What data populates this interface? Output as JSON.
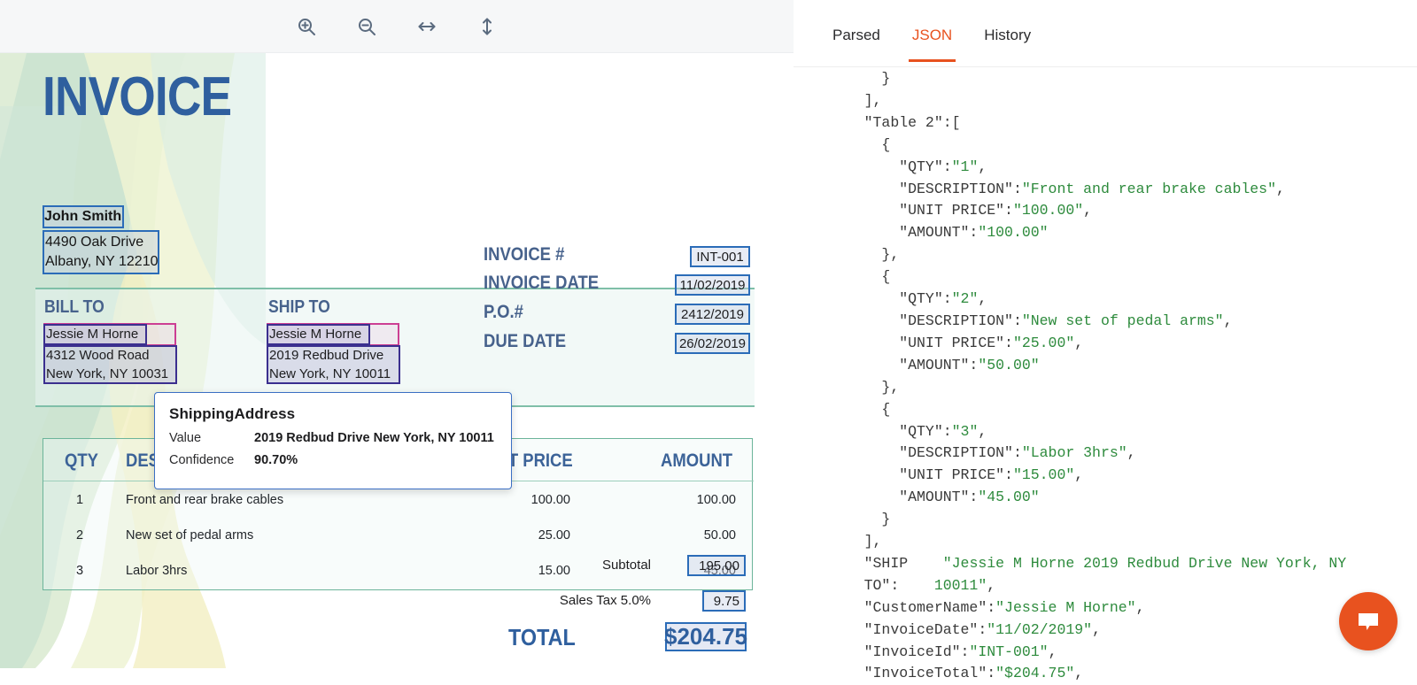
{
  "toolbar": {
    "buttons": [
      {
        "name": "zoom-in-icon",
        "label": "Zoom in"
      },
      {
        "name": "zoom-out-icon",
        "label": "Zoom out"
      },
      {
        "name": "fit-width-icon",
        "label": "Fit width"
      },
      {
        "name": "fit-height-icon",
        "label": "Fit height"
      }
    ]
  },
  "document": {
    "title": "INVOICE",
    "sender": {
      "name": "John Smith",
      "address_line1": "4490 Oak Drive",
      "address_line2": "Albany, NY 12210"
    },
    "bill_to": {
      "label": "BILL TO",
      "name": "Jessie M Horne",
      "address_line1": "4312 Wood Road",
      "address_line2": "New York, NY 10031"
    },
    "ship_to": {
      "label": "SHIP TO",
      "name": "Jessie M Horne",
      "address_line1": "2019 Redbud Drive",
      "address_line2": "New York, NY 10011"
    },
    "fields": [
      {
        "label": "INVOICE #",
        "value": "INT-001"
      },
      {
        "label": "INVOICE DATE",
        "value": "11/02/2019"
      },
      {
        "label": "P.O.#",
        "value": "2412/2019"
      },
      {
        "label": "DUE DATE",
        "value": "26/02/2019"
      }
    ],
    "table": {
      "columns": [
        "QTY",
        "DESCRIPTION",
        "UNIT PRICE",
        "AMOUNT"
      ],
      "rows": [
        {
          "qty": "1",
          "description": "Front and rear brake cables",
          "unit_price": "100.00",
          "amount": "100.00"
        },
        {
          "qty": "2",
          "description": "New set of pedal arms",
          "unit_price": "25.00",
          "amount": "50.00"
        },
        {
          "qty": "3",
          "description": "Labor 3hrs",
          "unit_price": "15.00",
          "amount": "45.00"
        }
      ]
    },
    "totals": {
      "subtotal_label": "Subtotal",
      "subtotal_value": "195.00",
      "tax_label": "Sales Tax 5.0%",
      "tax_value": "9.75",
      "total_label": "TOTAL",
      "total_value": "$204.75"
    }
  },
  "tooltip": {
    "title": "ShippingAddress",
    "value_label": "Value",
    "value": "2019 Redbud Drive New York, NY 10011",
    "confidence_label": "Confidence",
    "confidence": "90.70%"
  },
  "tabs": [
    {
      "label": "Parsed",
      "active": false
    },
    {
      "label": "JSON",
      "active": true
    },
    {
      "label": "History",
      "active": false
    }
  ],
  "json_view": {
    "lines": [
      {
        "indent": 3,
        "parts": [
          {
            "t": "}",
            "c": "k"
          }
        ]
      },
      {
        "indent": 2,
        "parts": [
          {
            "t": "],",
            "c": "k"
          }
        ]
      },
      {
        "indent": 2,
        "parts": [
          {
            "t": "\"Table 2\":[",
            "c": "k"
          }
        ]
      },
      {
        "indent": 3,
        "parts": [
          {
            "t": "{",
            "c": "k"
          }
        ]
      },
      {
        "indent": 4,
        "parts": [
          {
            "t": "\"QTY\":",
            "c": "k"
          },
          {
            "t": "\"1\"",
            "c": "s"
          },
          {
            "t": ",",
            "c": "k"
          }
        ]
      },
      {
        "indent": 4,
        "parts": [
          {
            "t": "\"DESCRIPTION\":",
            "c": "k"
          },
          {
            "t": "\"Front and rear brake cables\"",
            "c": "s"
          },
          {
            "t": ",",
            "c": "k"
          }
        ]
      },
      {
        "indent": 4,
        "parts": [
          {
            "t": "\"UNIT PRICE\":",
            "c": "k"
          },
          {
            "t": "\"100.00\"",
            "c": "s"
          },
          {
            "t": ",",
            "c": "k"
          }
        ]
      },
      {
        "indent": 4,
        "parts": [
          {
            "t": "\"AMOUNT\":",
            "c": "k"
          },
          {
            "t": "\"100.00\"",
            "c": "s"
          }
        ]
      },
      {
        "indent": 3,
        "parts": [
          {
            "t": "},",
            "c": "k"
          }
        ]
      },
      {
        "indent": 3,
        "parts": [
          {
            "t": "{",
            "c": "k"
          }
        ]
      },
      {
        "indent": 4,
        "parts": [
          {
            "t": "\"QTY\":",
            "c": "k"
          },
          {
            "t": "\"2\"",
            "c": "s"
          },
          {
            "t": ",",
            "c": "k"
          }
        ]
      },
      {
        "indent": 4,
        "parts": [
          {
            "t": "\"DESCRIPTION\":",
            "c": "k"
          },
          {
            "t": "\"New set of pedal arms\"",
            "c": "s"
          },
          {
            "t": ",",
            "c": "k"
          }
        ]
      },
      {
        "indent": 4,
        "parts": [
          {
            "t": "\"UNIT PRICE\":",
            "c": "k"
          },
          {
            "t": "\"25.00\"",
            "c": "s"
          },
          {
            "t": ",",
            "c": "k"
          }
        ]
      },
      {
        "indent": 4,
        "parts": [
          {
            "t": "\"AMOUNT\":",
            "c": "k"
          },
          {
            "t": "\"50.00\"",
            "c": "s"
          }
        ]
      },
      {
        "indent": 3,
        "parts": [
          {
            "t": "},",
            "c": "k"
          }
        ]
      },
      {
        "indent": 3,
        "parts": [
          {
            "t": "{",
            "c": "k"
          }
        ]
      },
      {
        "indent": 4,
        "parts": [
          {
            "t": "\"QTY\":",
            "c": "k"
          },
          {
            "t": "\"3\"",
            "c": "s"
          },
          {
            "t": ",",
            "c": "k"
          }
        ]
      },
      {
        "indent": 4,
        "parts": [
          {
            "t": "\"DESCRIPTION\":",
            "c": "k"
          },
          {
            "t": "\"Labor 3hrs\"",
            "c": "s"
          },
          {
            "t": ",",
            "c": "k"
          }
        ]
      },
      {
        "indent": 4,
        "parts": [
          {
            "t": "\"UNIT PRICE\":",
            "c": "k"
          },
          {
            "t": "\"15.00\"",
            "c": "s"
          },
          {
            "t": ",",
            "c": "k"
          }
        ]
      },
      {
        "indent": 4,
        "parts": [
          {
            "t": "\"AMOUNT\":",
            "c": "k"
          },
          {
            "t": "\"45.00\"",
            "c": "s"
          }
        ]
      },
      {
        "indent": 3,
        "parts": [
          {
            "t": "}",
            "c": "k"
          }
        ]
      },
      {
        "indent": 2,
        "parts": [
          {
            "t": "],",
            "c": "k"
          }
        ]
      },
      {
        "indent": 2,
        "parts": [
          {
            "t": "\"SHIP    ",
            "c": "k"
          },
          {
            "t": "\"Jessie M Horne 2019 Redbud Drive New York, NY",
            "c": "s"
          }
        ]
      },
      {
        "indent": 2,
        "parts": [
          {
            "t": "TO\":    ",
            "c": "k"
          },
          {
            "t": "10011\"",
            "c": "s"
          },
          {
            "t": ",",
            "c": "k"
          }
        ]
      },
      {
        "indent": 2,
        "parts": [
          {
            "t": "\"CustomerName\":",
            "c": "k"
          },
          {
            "t": "\"Jessie M Horne\"",
            "c": "s"
          },
          {
            "t": ",",
            "c": "k"
          }
        ]
      },
      {
        "indent": 2,
        "parts": [
          {
            "t": "\"InvoiceDate\":",
            "c": "k"
          },
          {
            "t": "\"11/02/2019\"",
            "c": "s"
          },
          {
            "t": ",",
            "c": "k"
          }
        ]
      },
      {
        "indent": 2,
        "parts": [
          {
            "t": "\"InvoiceId\":",
            "c": "k"
          },
          {
            "t": "\"INT-001\"",
            "c": "s"
          },
          {
            "t": ",",
            "c": "k"
          }
        ]
      },
      {
        "indent": 2,
        "parts": [
          {
            "t": "\"InvoiceTotal\":",
            "c": "k"
          },
          {
            "t": "\"$204.75\"",
            "c": "s"
          },
          {
            "t": ",",
            "c": "k"
          }
        ]
      }
    ]
  },
  "chat": {
    "icon": "chat-bubble-icon"
  },
  "colors": {
    "accent_orange": "#e8521f",
    "doc_blue": "#2f5f9e",
    "highlight_blue": "#2b6cb8",
    "highlight_pink": "#cc3f93",
    "json_string_green": "#2e8b3d"
  }
}
